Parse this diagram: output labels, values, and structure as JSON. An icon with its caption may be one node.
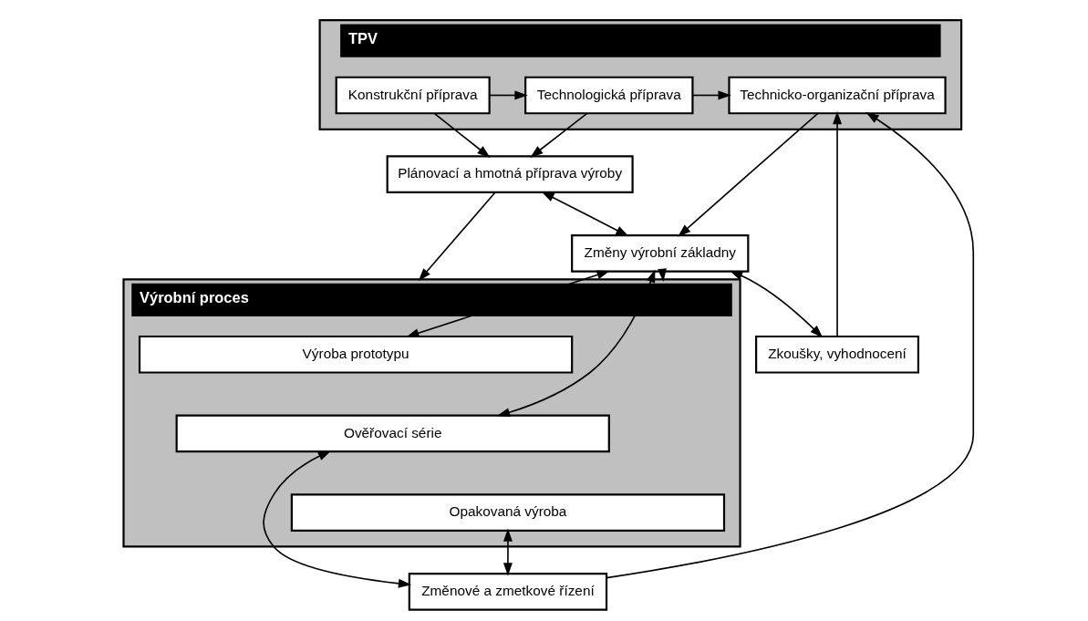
{
  "diagram": {
    "nodes": [
      {
        "text": [
          "TPV"
        ]
      },
      {
        "text": [
          "Konstrukční příprava"
        ],
        "in": 0
      },
      {
        "text": [
          "Technologická příprava"
        ],
        "in": 0
      },
      {
        "text": [
          "Technicko-organizační příprava"
        ],
        "in": 0
      },
      {
        "text": [
          "Plánovací a hmotná příprava výroby"
        ]
      },
      {
        "text": [
          "Změny výrobní základny"
        ]
      },
      {
        "text": [
          "Zkoušky, vyhodnocení"
        ]
      },
      {
        "text": [
          "Výrobní proces"
        ]
      },
      {
        "text": [
          "Výroba prototypu"
        ],
        "in": 7
      },
      {
        "text": [
          "Ověřovací série"
        ],
        "in": 7
      },
      {
        "text": [
          "Opakovaná výroba"
        ],
        "in": 7
      },
      {
        "text": [
          "Změnové a zmetkové řízení"
        ]
      }
    ],
    "edges": [
      {
        "from": 1,
        "to": 2,
        "arrow": "to"
      },
      {
        "from": 2,
        "to": 3,
        "arrow": "to"
      },
      {
        "from": 1,
        "to": 4,
        "arrow": "to"
      },
      {
        "from": 2,
        "to": 4,
        "arrow": "to"
      },
      {
        "from": 3,
        "to": 5,
        "arrow": "to"
      },
      {
        "from": 4,
        "to": 5,
        "arrow": "both"
      },
      {
        "from": 4,
        "to": 7,
        "arrow": "to"
      },
      {
        "from": 5,
        "to": 7,
        "arrow": "to"
      },
      {
        "from": 6,
        "to": 5,
        "arrow": "both"
      },
      {
        "from": 8,
        "to": 5,
        "arrow": "both"
      },
      {
        "from": 9,
        "to": 5,
        "arrow": "both"
      },
      {
        "from": 6,
        "to": 3,
        "arrow": "to"
      },
      {
        "from": 11,
        "to": 3,
        "arrow": "to"
      },
      {
        "from": 9,
        "to": 11,
        "arrow": "both"
      },
      {
        "from": 10,
        "to": 11,
        "arrow": "both"
      }
    ]
  }
}
